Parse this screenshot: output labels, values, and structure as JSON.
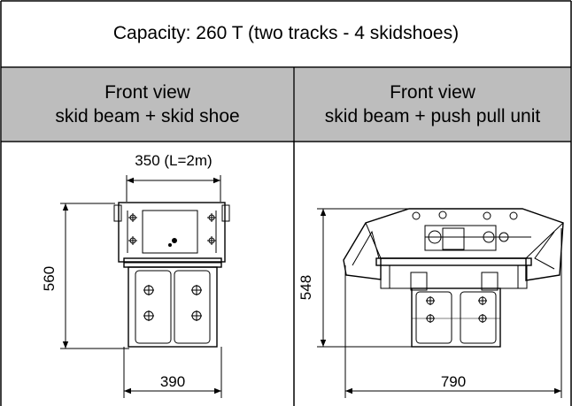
{
  "title": "Capacity: 260 T (two tracks - 4 skidshoes)",
  "columns": [
    {
      "line1": "Front view",
      "line2": "skid beam + skid shoe"
    },
    {
      "line1": "Front view",
      "line2": "skid beam + push pull unit"
    }
  ],
  "left_drawing": {
    "width_top": "350 (L=2m)",
    "height": "560",
    "width_bottom": "390"
  },
  "right_drawing": {
    "height": "548",
    "width_bottom": "790"
  }
}
